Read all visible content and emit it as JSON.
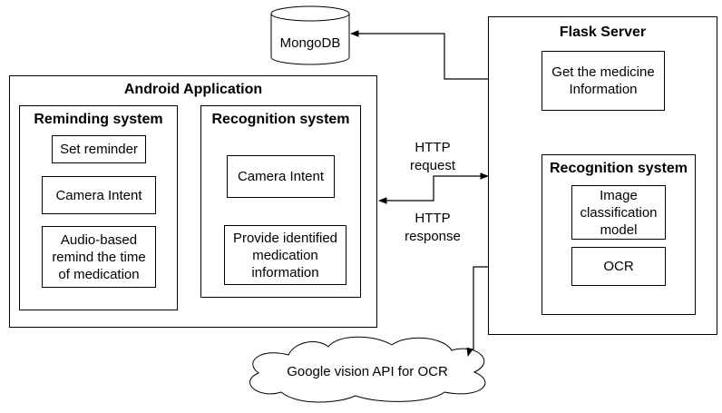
{
  "database": {
    "label": "MongoDB"
  },
  "server": {
    "title": "Flask Server",
    "get_info": {
      "line1": "Get the medicine",
      "line2": "Information"
    },
    "recognition": {
      "title": "Recognition system",
      "model": {
        "line1": "Image",
        "line2": "classification",
        "line3": "model"
      },
      "ocr": "OCR"
    }
  },
  "android": {
    "title": "Android Application",
    "reminding": {
      "title": "Reminding system",
      "set_reminder": "Set reminder",
      "camera": "Camera Intent",
      "audio": {
        "line1": "Audio-based",
        "line2": "remind the time",
        "line3": "of medication"
      }
    },
    "recognition": {
      "title": "Recognition system",
      "camera": "Camera Intent",
      "provide": {
        "line1": "Provide identified",
        "line2": "medication",
        "line3": "information"
      }
    }
  },
  "http": {
    "request": {
      "line1": "HTTP",
      "line2": "request"
    },
    "response": {
      "line1": "HTTP",
      "line2": "response"
    }
  },
  "cloud": {
    "label": "Google vision API for OCR"
  }
}
